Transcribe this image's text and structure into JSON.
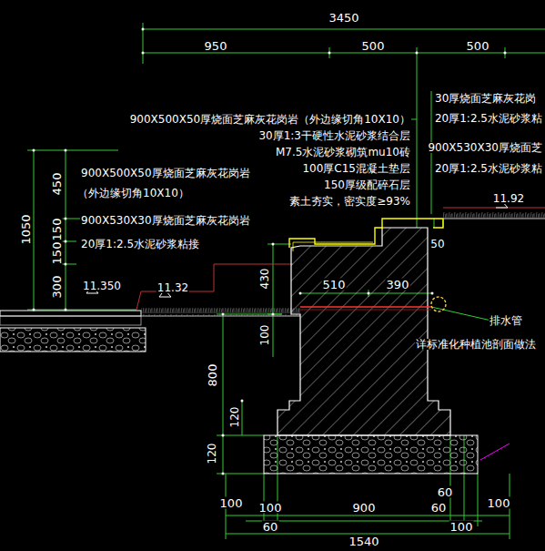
{
  "diagram": {
    "labels": [
      "3450",
      "950",
      "500",
      "500",
      "30厚烧面芝麻灰花岗",
      "20厚1:2.5水泥砂浆粘",
      "900X530X30厚烧面芝",
      "20厚1:2.5水泥砂浆粘",
      "900X500X50厚烧面芝麻灰花岗岩（外边缘切角10X10）",
      "30厚1:3干硬性水泥砂浆结合层",
      "M7.5水泥砂浆砌筑mu10砖",
      "100厚C15混凝土垫层",
      "150厚级配碎石层",
      "素土夯实，密实度≥93%",
      "900X500X50厚烧面芝麻灰花岗岩",
      "（外边缘切角10X10）",
      "900X530X30厚烧面芝麻灰花岗岩",
      "20厚1:2.5水泥砂浆粘接",
      "1050",
      "450",
      "150",
      "150",
      "300",
      "11.350",
      "11.32",
      "11.92",
      "430",
      "510",
      "390",
      "50",
      "100",
      "800",
      "120",
      "120",
      "100",
      "100",
      "60",
      "900",
      "60",
      "60",
      "100",
      "100",
      "1540",
      "排水管",
      "详标准化种植池剖面做法"
    ]
  }
}
